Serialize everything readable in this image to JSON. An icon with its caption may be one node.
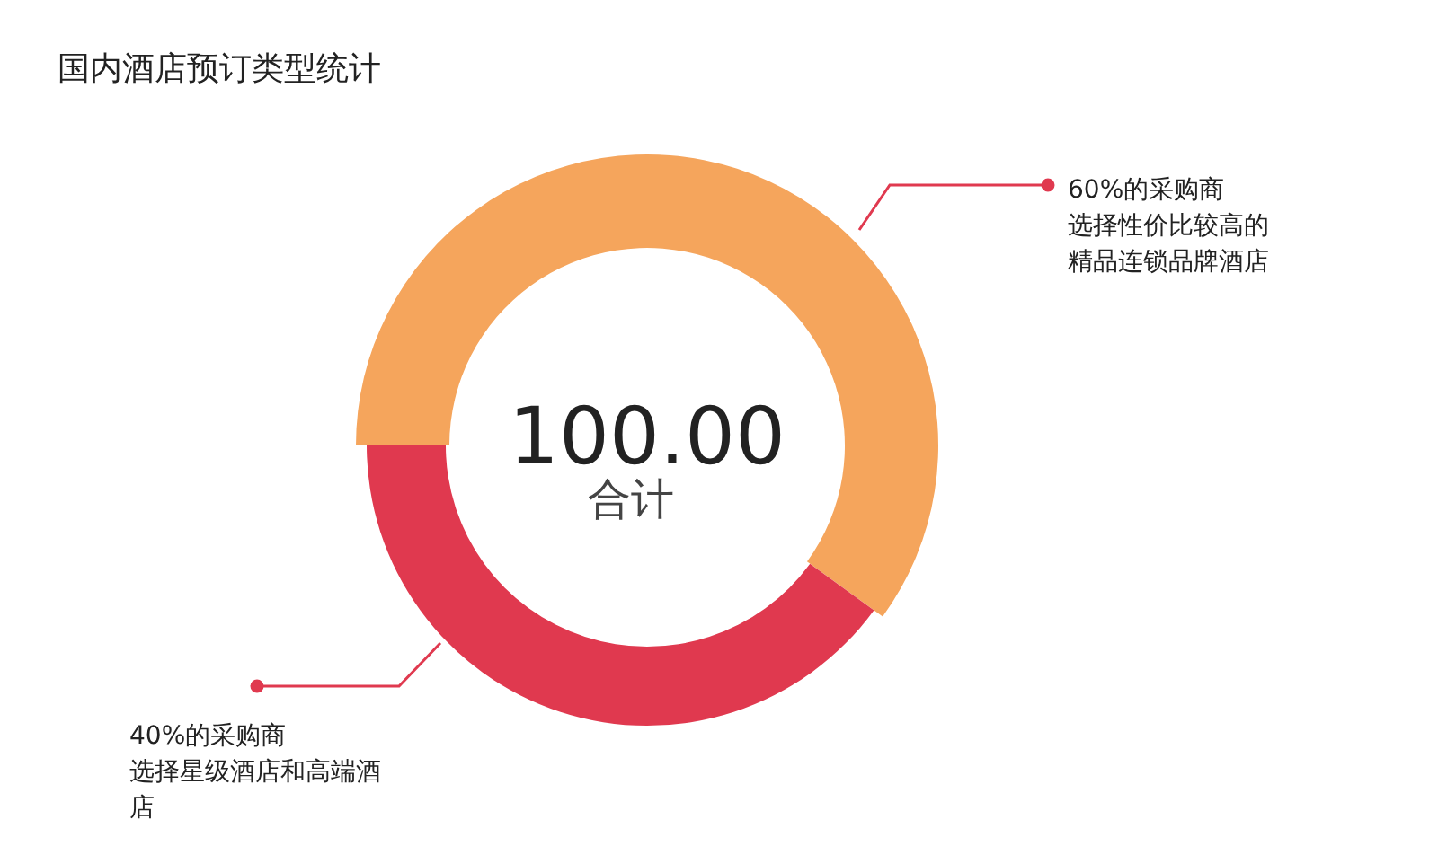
{
  "diagram": {
    "title": "国内酒店预订类型统计",
    "nodes": [
      {
        "text": [
          "60%的采购商选择性价比较高的精品连锁品牌酒店"
        ]
      },
      {
        "text": [
          "40%的采购商选择星级酒店和高端酒店"
        ]
      }
    ],
    "edges": [
      {
        "from": 0,
        "to": null,
        "arrow": "other"
      },
      {
        "from": 1,
        "to": null,
        "arrow": "other"
      }
    ],
    "labels": [
      "100.00",
      "合计"
    ],
    "chart_data": {
      "type": "donut",
      "series": [
        {
          "values": [
            60,
            40
          ]
        }
      ]
    }
  }
}
